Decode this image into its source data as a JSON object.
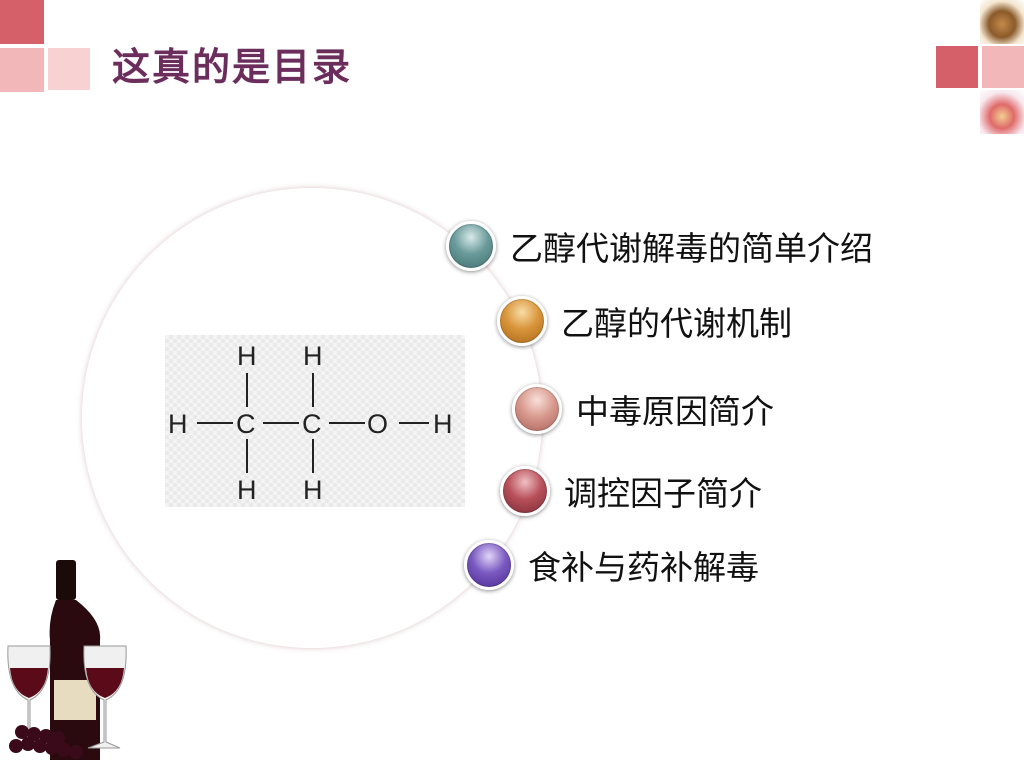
{
  "slide": {
    "title": "这真的是目录"
  },
  "colors": {
    "title": "#6b2d5c",
    "accent_square": "#d6606a",
    "light_square": "#f2b7b9"
  },
  "molecule": {
    "atoms": {
      "h_top_left": "H",
      "h_top_right": "H",
      "h_left": "H",
      "c1": "C",
      "c2": "C",
      "o": "O",
      "h_right": "H",
      "h_bottom_left": "H",
      "h_bottom_right": "H"
    }
  },
  "menu": {
    "items": [
      {
        "label": "乙醇代谢解毒的简单介绍",
        "color": "#6a9a9a"
      },
      {
        "label": "乙醇的代谢机制",
        "color": "#d9953a"
      },
      {
        "label": "中毒原因简介",
        "color": "#d99a8e"
      },
      {
        "label": "调控因子简介",
        "color": "#b8505a"
      },
      {
        "label": "食补与药补解毒",
        "color": "#7a5ac0"
      }
    ]
  }
}
